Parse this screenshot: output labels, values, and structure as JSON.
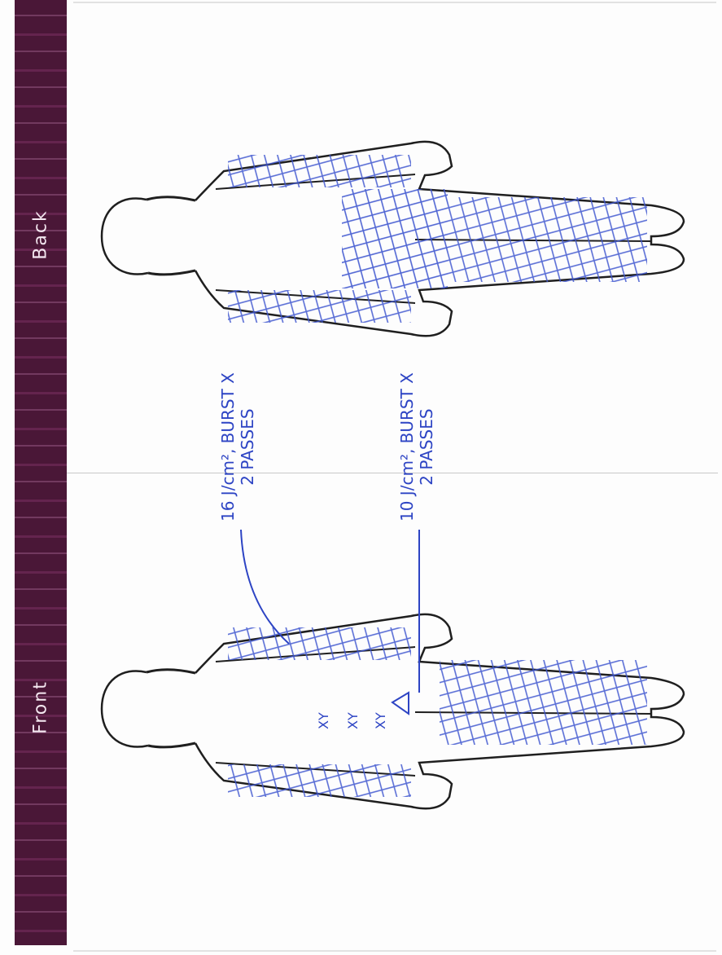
{
  "labels": {
    "back": "Back",
    "front": "Front"
  },
  "annotations": {
    "upper": {
      "line1": "16 J/cm², BURST X",
      "line2": "2 PASSES"
    },
    "lower": {
      "line1": "10 J/cm², BURST X",
      "line2": "2 PASSES"
    },
    "marks": [
      "XY",
      "XY",
      "XY"
    ]
  },
  "colors": {
    "band": "#4a1737",
    "ink": "#2d44c4",
    "outline": "#1f1f1f"
  }
}
